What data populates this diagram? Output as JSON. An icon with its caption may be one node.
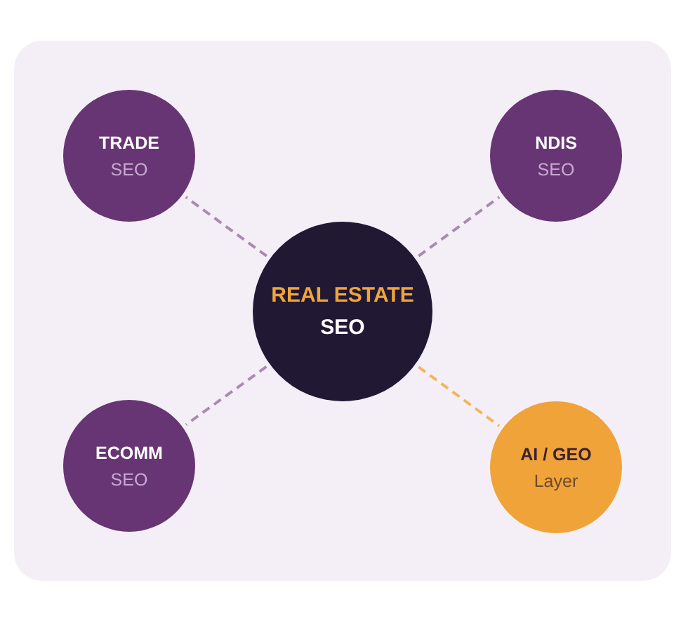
{
  "diagram": {
    "nodes": [
      {
        "text": [
          "TRADE",
          "SEO"
        ]
      },
      {
        "text": [
          "NDIS",
          "SEO"
        ]
      },
      {
        "text": [
          "REAL ESTATE",
          "SEO"
        ]
      },
      {
        "text": [
          "ECOMM",
          "SEO"
        ]
      },
      {
        "text": [
          "AI / GEO",
          "Layer"
        ]
      }
    ],
    "edges": [
      {
        "from": 2,
        "to": 0,
        "arrow": "none",
        "style": "dashed"
      },
      {
        "from": 2,
        "to": 1,
        "arrow": "none",
        "style": "dashed"
      },
      {
        "from": 2,
        "to": 3,
        "arrow": "none",
        "style": "dashed"
      },
      {
        "from": 2,
        "to": 4,
        "arrow": "none",
        "style": "dashed",
        "color": "#f3b55c"
      }
    ]
  }
}
